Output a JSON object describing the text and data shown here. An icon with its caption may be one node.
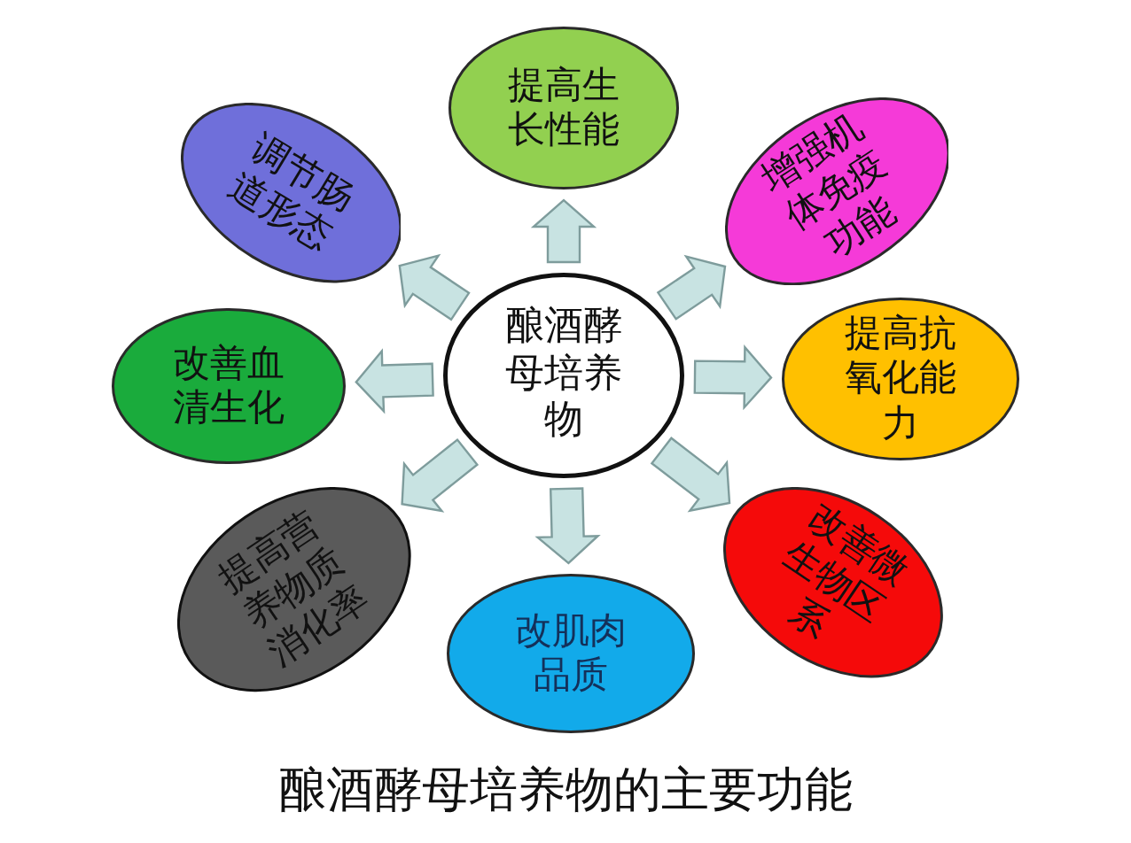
{
  "diagram": {
    "title": "酿酒酵母培养物的主要功能",
    "nodes": [
      {
        "text": [
          "酿酒酵母培养物"
        ]
      },
      {
        "text": [
          "提高生长性能"
        ]
      },
      {
        "text": [
          "增强机体免疫功能"
        ]
      },
      {
        "text": [
          "提高抗氧化能力"
        ]
      },
      {
        "text": [
          "改善微生物区系"
        ]
      },
      {
        "text": [
          "改肌肉品质"
        ]
      },
      {
        "text": [
          "提高营养物质消化率"
        ]
      },
      {
        "text": [
          "改善血清生化"
        ]
      },
      {
        "text": [
          "调节肠道形态"
        ]
      }
    ],
    "edges": [
      {
        "from": 0,
        "to": 1,
        "arrow": "to"
      },
      {
        "from": 0,
        "to": 2,
        "arrow": "to"
      },
      {
        "from": 0,
        "to": 3,
        "arrow": "to"
      },
      {
        "from": 0,
        "to": 4,
        "arrow": "to"
      },
      {
        "from": 0,
        "to": 5,
        "arrow": "to"
      },
      {
        "from": 0,
        "to": 6,
        "arrow": "to"
      },
      {
        "from": 0,
        "to": 7,
        "arrow": "to"
      },
      {
        "from": 0,
        "to": 8,
        "arrow": "to"
      }
    ]
  }
}
